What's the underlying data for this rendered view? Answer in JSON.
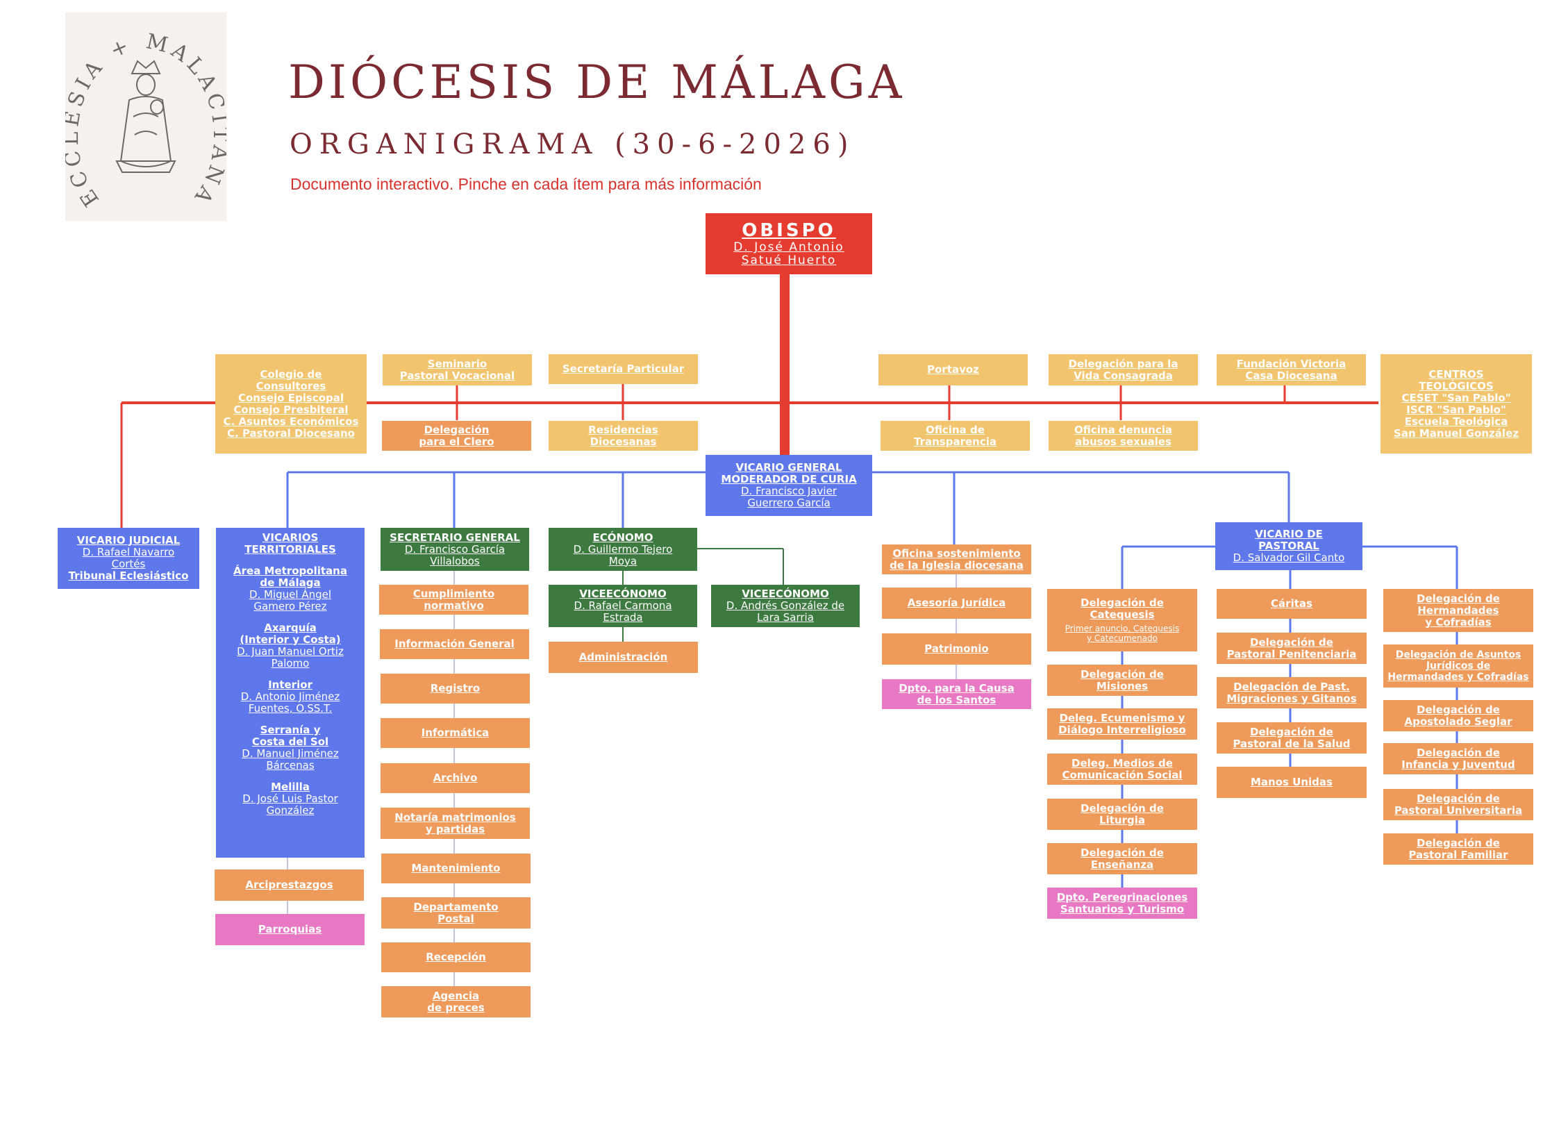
{
  "header": {
    "seal_text": "ECCLESIA + MALACITANA +",
    "title": "DIÓCESIS DE MÁLAGA",
    "subtitle": "ORGANIGRAMA (30-6-2026)",
    "note": "Documento interactivo. Pinche en cada ítem para más información"
  },
  "colors": {
    "yellow": "#f2c46d",
    "orange": "#ee9a5b",
    "pink": "#e878c4",
    "blue": "#5e78ec",
    "green": "#3d7a3f",
    "red": "#e63c2f",
    "title": "#7a2a30"
  },
  "boxes": {
    "obispo": {
      "title": "OBISPO",
      "name": "D. José Antonio\nSatué Huerto"
    },
    "colegio": {
      "text": "Colegio de\nConsultores\nConsejo Episcopal\nConsejo Presbiteral\nC. Asuntos Económicos\nC. Pastoral Diocesano"
    },
    "seminario": {
      "text": "Seminario\nPastoral Vocacional"
    },
    "delegacion_clero": {
      "text": "Delegación\npara el Clero"
    },
    "secretaria_particular": {
      "text": "Secretaría Particular"
    },
    "residencias": {
      "text": "Residencias\nDiocesanas"
    },
    "portavoz": {
      "text": "Portavoz"
    },
    "transparencia": {
      "text": "Oficina de\nTransparencia"
    },
    "vida_consagrada": {
      "text": "Delegación para la\nVida Consagrada"
    },
    "abusos": {
      "text": "Oficina denuncia\nabusos sexuales"
    },
    "fundacion": {
      "text": "Fundación Victoria\nCasa Diocesana"
    },
    "centros": {
      "text": "CENTROS\nTEOLÓGICOS\nCESET \"San Pablo\"\nISCR \"San Pablo\"\nEscuela Teológica\nSan Manuel González"
    },
    "vicario_general": {
      "title": "VICARIO GENERAL\nMODERADOR DE CURIA",
      "name": "D. Francisco Javier\nGuerrero García"
    },
    "vicario_judicial": {
      "title": "VICARIO JUDICIAL",
      "name": "D. Rafael Navarro\nCortés",
      "extra": "Tribunal Eclesiástico"
    },
    "vicarios_territoriales": {
      "title": "VICARIOS\nTERRITORIALES",
      "groups": [
        {
          "area": "Área Metropolitana\nde Málaga",
          "name": "D. Miguel Ángel\nGamero Pérez"
        },
        {
          "area": "Axarquía\n(Interior y Costa)",
          "name": "D. Juan Manuel Ortiz\nPalomo"
        },
        {
          "area": "Interior",
          "name": "D. Antonio Jiménez\nFuentes, O.SS.T."
        },
        {
          "area": "Serranía y\nCosta del Sol",
          "name": "D. Manuel Jiménez\nBárcenas"
        },
        {
          "area": "Melilla",
          "name": "D. José Luis Pastor\nGonzález"
        }
      ]
    },
    "arciprestazgos": {
      "text": "Arciprestazgos"
    },
    "parroquias": {
      "text": "Parroquias"
    },
    "secretario_general": {
      "title": "SECRETARIO GENERAL",
      "name": "D. Francisco García\nVillalobos"
    },
    "cumplimiento": {
      "text": "Cumplimiento\nnormativo"
    },
    "informacion_general": {
      "text": "Información General"
    },
    "registro": {
      "text": "Registro"
    },
    "informatica": {
      "text": "Informática"
    },
    "archivo": {
      "text": "Archivo"
    },
    "notaria": {
      "text": "Notaría matrimonios\ny partidas"
    },
    "mantenimiento": {
      "text": "Mantenimiento"
    },
    "postal": {
      "text": "Departamento\nPostal"
    },
    "recepcion": {
      "text": "Recepción"
    },
    "agencia": {
      "text": "Agencia\nde preces"
    },
    "ecónomo": {
      "title": "ECÓNOMO",
      "name": "D. Guillermo Tejero\nMoya"
    },
    "viceeconomo1": {
      "title": "VICEECÓNOMO",
      "name": "D. Rafael Carmona\nEstrada"
    },
    "viceeconomo2": {
      "title": "VICEECÓNOMO",
      "name": "D. Andrés González de\nLara Sarria"
    },
    "administracion": {
      "text": "Administración"
    },
    "sostenimiento": {
      "text": "Oficina sostenimiento\nde la Iglesia diocesana"
    },
    "asesoria": {
      "text": "Asesoría Jurídica"
    },
    "patrimonio": {
      "text": "Patrimonio"
    },
    "causa_santos": {
      "text": "Dpto. para la Causa\nde los Santos"
    },
    "vicario_pastoral": {
      "title": "VICARIO DE\nPASTORAL",
      "name": "D. Salvador Gil Canto"
    },
    "catequesis": {
      "text": "Delegación de\nCatequesis",
      "sub": "Primer anuncio, Catequesis\ny Catecumenado"
    },
    "misiones": {
      "text": "Delegación de\nMisiones"
    },
    "ecumenismo": {
      "text": "Deleg. Ecumenismo y\nDiálogo Interreligioso"
    },
    "medios": {
      "text": "Deleg. Medios de\nComunicación Social"
    },
    "liturgia": {
      "text": "Delegación de\nLiturgia"
    },
    "ensenanza": {
      "text": "Delegación de\nEnseñanza"
    },
    "peregrinaciones": {
      "text": "Dpto. Peregrinaciones\nSantuarios y Turismo"
    },
    "caritas": {
      "text": "Cáritas"
    },
    "penitenciaria": {
      "text": "Delegación de\nPastoral Penitenciaria"
    },
    "migraciones": {
      "text": "Delegación de Past.\nMigraciones y Gitanos"
    },
    "salud": {
      "text": "Delegación de\nPastoral de la Salud"
    },
    "manos_unidas": {
      "text": "Manos Unidas"
    },
    "hermandades": {
      "text": "Delegación de\nHermandades\ny Cofradías"
    },
    "asuntos_juridicos": {
      "text": "Delegación de Asuntos\nJurídicos de\nHermandades y Cofradías"
    },
    "apostolado": {
      "text": "Delegación de\nApostolado Seglar"
    },
    "infancia": {
      "text": "Delegación de\nInfancia y Juventud"
    },
    "universitaria": {
      "text": "Delegación de\nPastoral Universitaria"
    },
    "familiar": {
      "text": "Delegación de\nPastoral Familiar"
    }
  }
}
